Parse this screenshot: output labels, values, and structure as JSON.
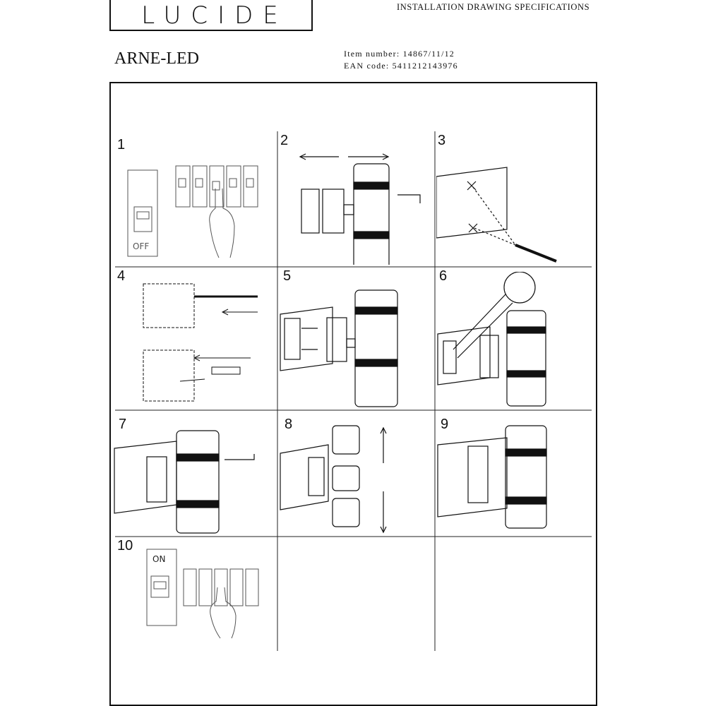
{
  "brand": {
    "logo_text": "LUCIDE"
  },
  "header": {
    "title": "INSTALLATION DRAWING SPECIFICATIONS"
  },
  "product": {
    "name": "ARNE-LED",
    "item_number": "Item number: 14867/11/12",
    "ean_code": "EAN code: 5411212143976"
  },
  "steps": [
    {
      "number": "1",
      "switch_label": "OFF"
    },
    {
      "number": "2"
    },
    {
      "number": "3"
    },
    {
      "number": "4"
    },
    {
      "number": "5"
    },
    {
      "number": "6"
    },
    {
      "number": "7"
    },
    {
      "number": "8"
    },
    {
      "number": "9"
    },
    {
      "number": "10",
      "switch_label": "ON"
    }
  ]
}
